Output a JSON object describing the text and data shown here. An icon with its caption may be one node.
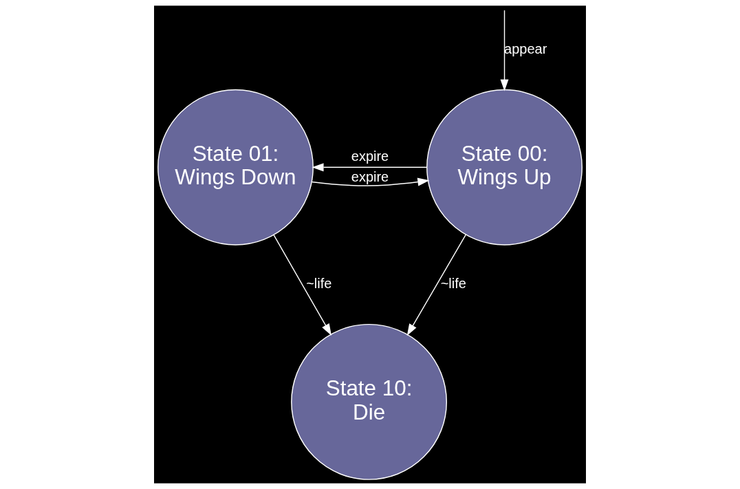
{
  "diagram": {
    "nodes": [
      {
        "text": [
          "State 00: Wings Up"
        ]
      },
      {
        "text": [
          "State 01: Wings Down"
        ]
      },
      {
        "text": [
          "State 10: Die"
        ]
      }
    ],
    "edges": [
      {
        "from": null,
        "to": 0,
        "arrow": "to",
        "label": "appear"
      },
      {
        "from": 0,
        "to": 1,
        "arrow": "to",
        "label": "expire"
      },
      {
        "from": 1,
        "to": 0,
        "arrow": "to",
        "label": "expire"
      },
      {
        "from": 0,
        "to": 2,
        "arrow": "to",
        "label": "~life"
      },
      {
        "from": 1,
        "to": 2,
        "arrow": "to",
        "label": "~life"
      }
    ]
  }
}
